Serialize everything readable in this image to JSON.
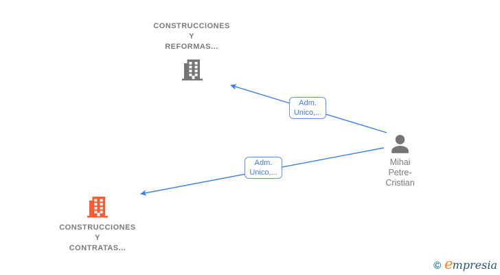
{
  "colors": {
    "background": "#ffffff",
    "edge": "#3d7ce4",
    "edge_label_border": "#5b94ee",
    "edge_label_bg": "#ffffff",
    "node_label": "#7b7b7b",
    "company_top_icon": "#757575",
    "person_icon": "#757575",
    "company_bottom_icon": "#fa5c35",
    "logo_copyright": "#0e7d91",
    "logo_e": "#f5821f",
    "logo_rest": "#25586d"
  },
  "nodes": {
    "company_top": {
      "line1": "CONSTRUCCIONES",
      "line2": "Y",
      "line3": "REFORMAS..."
    },
    "person": {
      "line1": "Mihai",
      "line2": "Petre-",
      "line3": "Cristian"
    },
    "company_bottom": {
      "line1": "CONSTRUCCIONES",
      "line2": "Y",
      "line3": "CONTRATAS..."
    }
  },
  "edges": {
    "edge1": {
      "label_line1": "Adm.",
      "label_line2": "Unico,..."
    },
    "edge2": {
      "label_line1": "Adm.",
      "label_line2": "Unico,..."
    }
  },
  "footer": {
    "copyright": "©",
    "brand_e": "e",
    "brand_rest": "mpresia"
  }
}
